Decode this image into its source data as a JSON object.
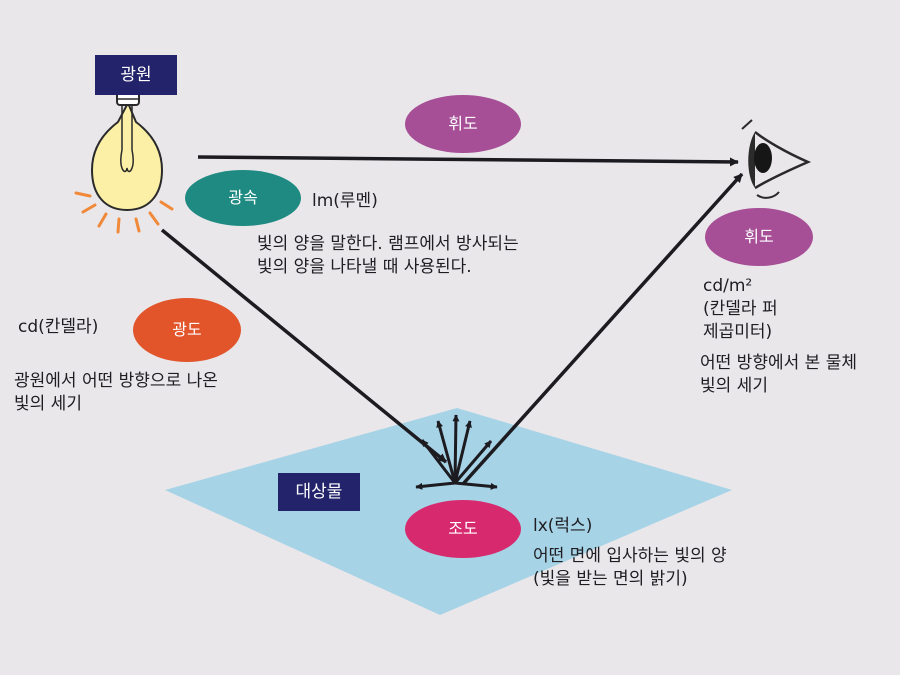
{
  "colors": {
    "background": "#e9e7ea",
    "reflecting_surface": "#a7d3e7",
    "label_box": "#22236a",
    "luminous_flux_pill": "#1f8a82",
    "luminous_intensity_pill": "#e2552b",
    "luminance_pill": "#a64e96",
    "illuminance_pill": "#d72a6e",
    "arrow": "#1c1b20",
    "bulb_glass": "#fbf0a6",
    "bulb_rays": "#f08a3a"
  },
  "icons": {
    "light_source": "light-bulb-icon",
    "observer": "eye-icon"
  },
  "light_source": {
    "label": "광원"
  },
  "luminous_flux": {
    "term": "광속",
    "unit": "lm(루멘)",
    "desc_lines": [
      "빛의 양을 말한다. 램프에서 방사되는",
      "빛의 양을 나타낼 때 사용된다."
    ]
  },
  "luminous_intensity": {
    "term": "광도",
    "unit": "cd(칸델라)",
    "desc_lines": [
      "광원에서 어떤 방향으로 나온",
      "빛의 세기"
    ]
  },
  "luminance_top": {
    "term": "휘도"
  },
  "luminance": {
    "term": "휘도",
    "unit_lines": [
      "cd/m²",
      "(칸델라 퍼",
      "제곱미터)"
    ],
    "desc_lines": [
      "어떤 방향에서 본 물체",
      "빛의 세기"
    ]
  },
  "illuminated_object": {
    "label": "대상물"
  },
  "illuminance": {
    "term": "조도",
    "unit": "lx(럭스)",
    "desc_lines": [
      "어떤 면에 입사하는 빛의 양",
      "(빛을 받는 면의 밝기)"
    ]
  }
}
